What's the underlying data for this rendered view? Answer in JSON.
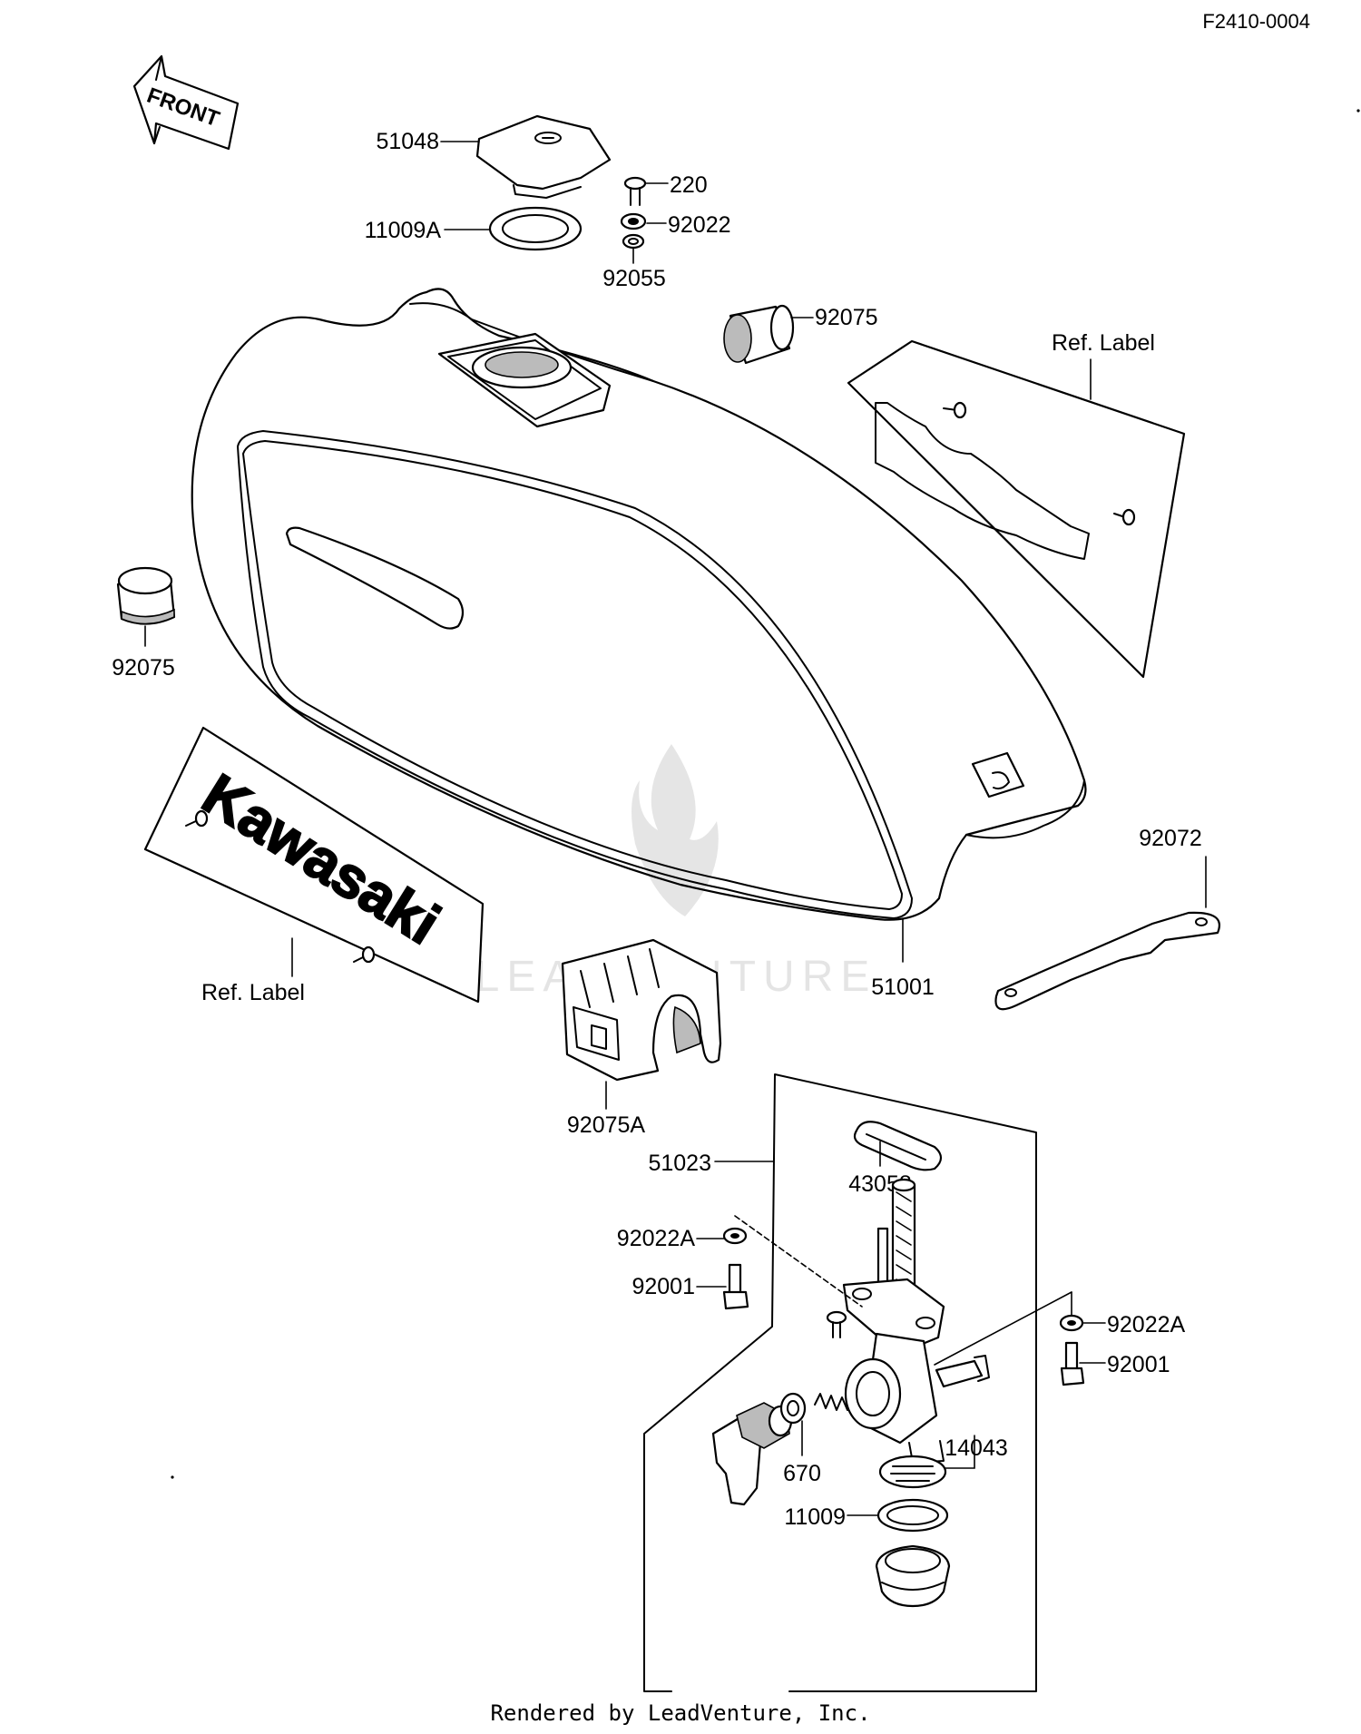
{
  "diagram_code": "F2410-0004",
  "front_marker": "FRONT",
  "brand_emblem": "Kawasaki",
  "watermark": "LEADVENTURE",
  "footer": "Rendered by LeadVenture, Inc.",
  "parts": {
    "p51048": "51048",
    "p220": "220",
    "p92022": "92022",
    "p11009A": "11009A",
    "p92055": "92055",
    "p92075_top": "92075",
    "p92075_left": "92075",
    "ref_label_right": "Ref.  Label",
    "ref_label_left": "Ref.  Label",
    "p92072": "92072",
    "p51001": "51001",
    "p92075A": "92075A",
    "p51023": "51023",
    "p43058": "43058",
    "p92022A_left": "92022A",
    "p92001_left": "92001",
    "p92022A_right": "92022A",
    "p92001_right": "92001",
    "p14043": "14043",
    "p670": "670",
    "p11009": "11009"
  }
}
